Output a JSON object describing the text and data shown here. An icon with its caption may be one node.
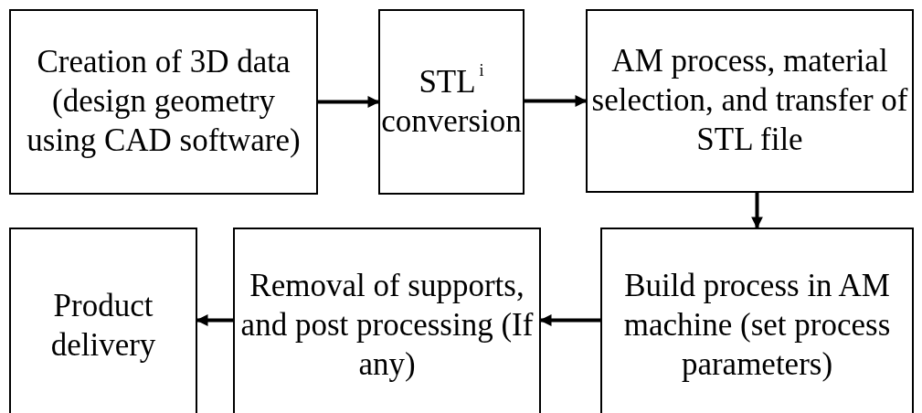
{
  "diagram": {
    "nodes": [
      {
        "text": [
          "Creation of 3D data (design geometry using CAD software)"
        ]
      },
      {
        "text": [
          "STL$^{i}$ conversion"
        ]
      },
      {
        "text": [
          "AM process, material selection, and transfer of STL file"
        ]
      },
      {
        "text": [
          "Build process in AM machine (set process parameters)"
        ]
      },
      {
        "text": [
          "Removal of supports, and post processing (If any)"
        ]
      },
      {
        "text": [
          "Product delivery"
        ]
      }
    ],
    "edges": [
      {
        "from": 0,
        "to": 1,
        "arrow": "to"
      },
      {
        "from": 1,
        "to": 2,
        "arrow": "to"
      },
      {
        "from": 2,
        "to": 3,
        "arrow": "to"
      },
      {
        "from": 3,
        "to": 4,
        "arrow": "to"
      },
      {
        "from": 4,
        "to": 5,
        "arrow": "to"
      }
    ]
  }
}
